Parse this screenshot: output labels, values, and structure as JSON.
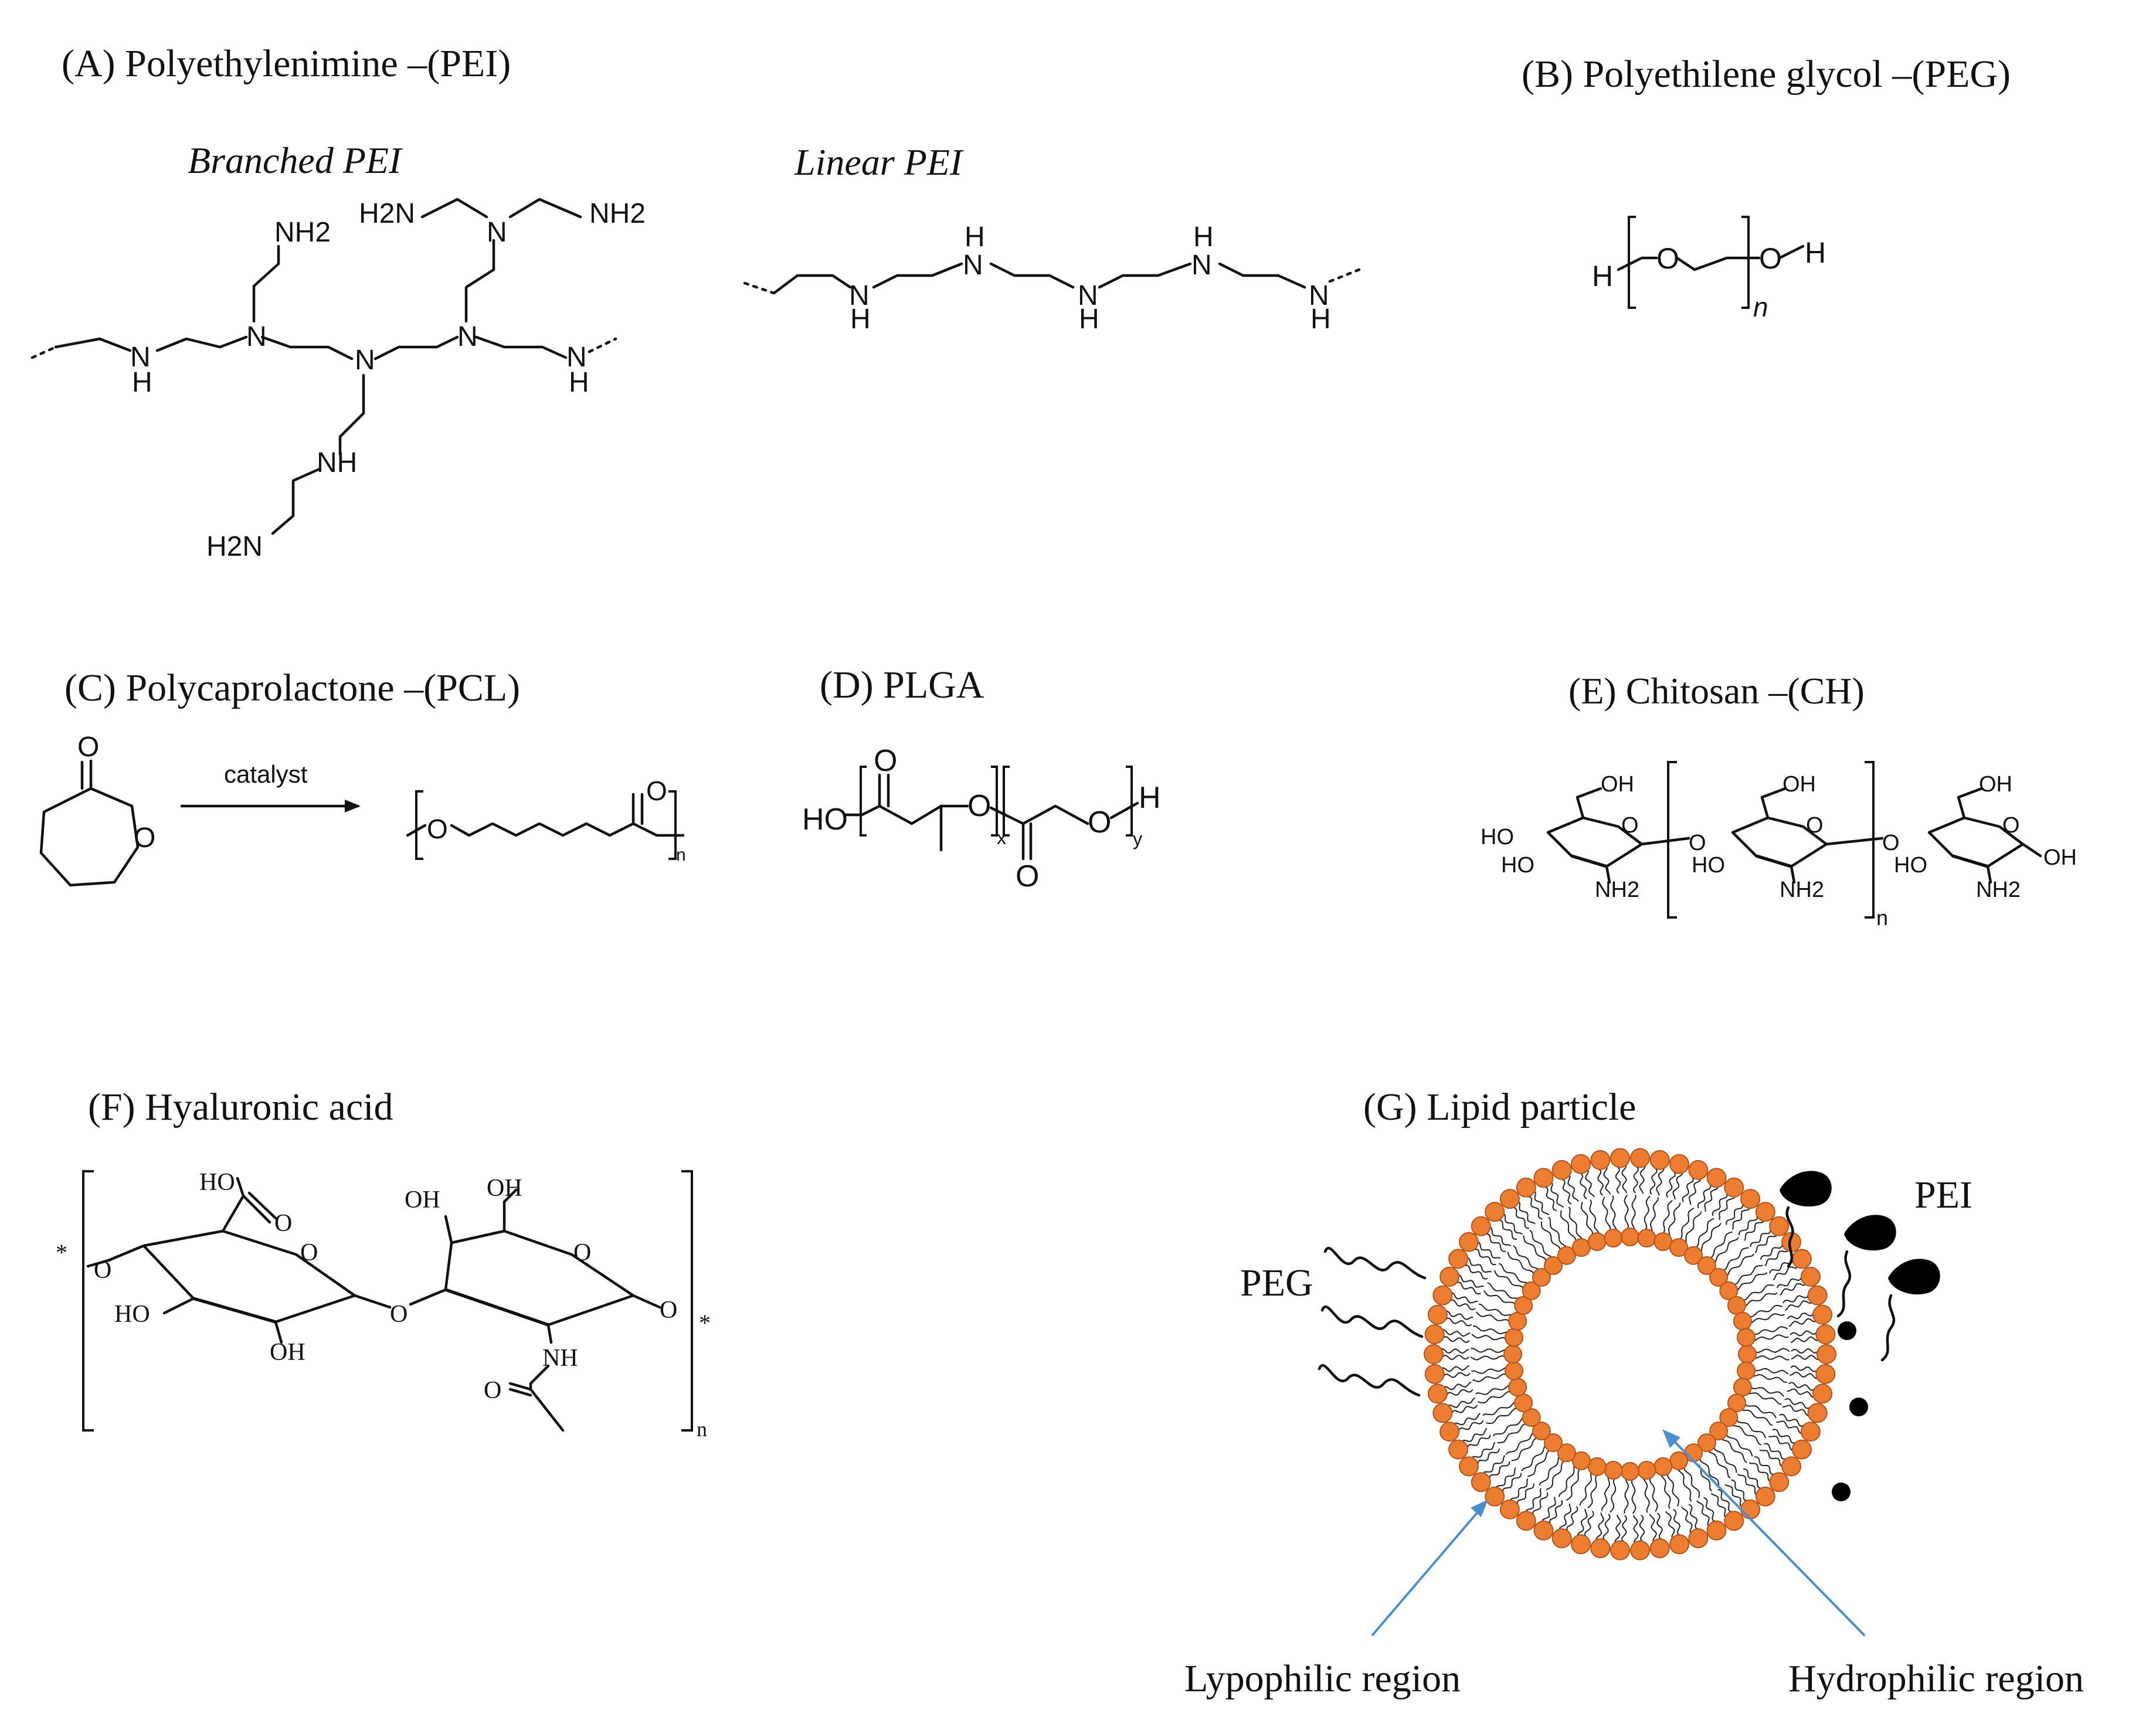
{
  "panels": {
    "a": {
      "title": "(A) Polyethylenimine –(PEI)",
      "branched_label": "Branched PEI",
      "linear_label": "Linear PEI",
      "atoms": {
        "nh2": "NH2",
        "h2n": "H2N",
        "n": "N",
        "nh": "NH",
        "h": "H"
      }
    },
    "b": {
      "title": "(B) Polyethilene glycol –(PEG)",
      "atoms": {
        "h": "H",
        "o": "O",
        "n": "n"
      }
    },
    "c": {
      "title": "(C) Polycaprolactone –(PCL)",
      "arrow_label": "catalyst",
      "atoms": {
        "o": "O",
        "n": "n"
      }
    },
    "d": {
      "title": "(D) PLGA",
      "atoms": {
        "ho": "HO",
        "o": "O",
        "h": "H",
        "x": "x",
        "y": "y"
      }
    },
    "e": {
      "title": "(E) Chitosan –(CH)",
      "atoms": {
        "oh": "OH",
        "ho": "HO",
        "o": "O",
        "nh2": "NH2",
        "n": "n"
      }
    },
    "f": {
      "title": "(F) Hyaluronic acid",
      "atoms": {
        "ho": "HO",
        "oh": "OH",
        "o": "O",
        "nh": "NH",
        "star": "*",
        "n": "n"
      }
    },
    "g": {
      "title": "(G) Lipid particle",
      "labels": {
        "pei": "PEI",
        "peg": "PEG",
        "lipophilic": "Lypophilic region",
        "hydrophilic": "Hydrophilic region"
      },
      "colors": {
        "head": "#ED7D31",
        "head_stroke": "#B4541A",
        "arrow": "#4A8FD0",
        "ligand": "#000000"
      }
    }
  }
}
